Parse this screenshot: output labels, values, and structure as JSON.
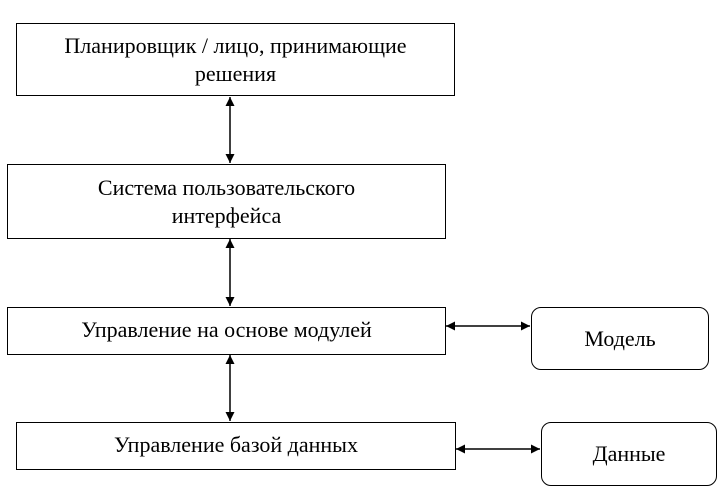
{
  "diagram": {
    "planner": {
      "line1": "Планировщик / лицо, принимающие",
      "line2": "решения"
    },
    "ui_system": {
      "line1": "Система пользовательского",
      "line2": "интерфейса"
    },
    "module_management": {
      "label": "Управление на основе модулей"
    },
    "model": {
      "label": "Модель"
    },
    "db_management": {
      "label": "Управление базой данных"
    },
    "data": {
      "label": "Данные"
    },
    "colors": {
      "stroke": "#000000",
      "background": "#ffffff"
    }
  }
}
